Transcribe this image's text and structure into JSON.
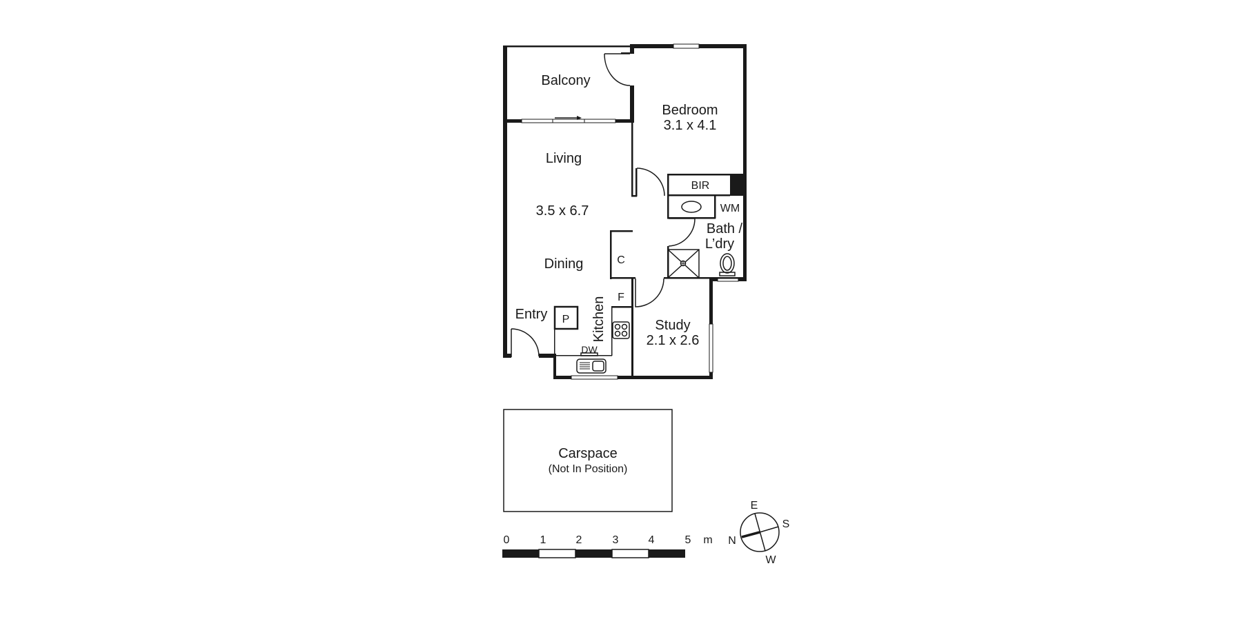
{
  "rooms": {
    "balcony": {
      "name": "Balcony"
    },
    "bedroom": {
      "name": "Bedroom",
      "dims": "3.1 x 4.1"
    },
    "living": {
      "name": "Living",
      "dims": "3.5 x 6.7"
    },
    "dining": {
      "name": "Dining"
    },
    "entry": {
      "name": "Entry"
    },
    "kitchen": {
      "name": "Kitchen"
    },
    "study": {
      "name": "Study",
      "dims": "2.1 x 2.6"
    },
    "bath": {
      "name_line1": "Bath /",
      "name_line2": "L’dry"
    }
  },
  "fixtures": {
    "bir": "BIR",
    "wm": "WM",
    "cupboard": "C",
    "fridge": "F",
    "pantry": "P",
    "dishwasher": "DW"
  },
  "carspace": {
    "name": "Carspace",
    "note": "(Not In Position)"
  },
  "scale_bar": {
    "ticks": [
      "0",
      "1",
      "2",
      "3",
      "4",
      "5"
    ],
    "unit": "m"
  },
  "compass": {
    "north": "N",
    "east": "E",
    "south": "S",
    "west": "W"
  },
  "colors": {
    "ink": "#1a1a1a",
    "background": "#ffffff"
  }
}
